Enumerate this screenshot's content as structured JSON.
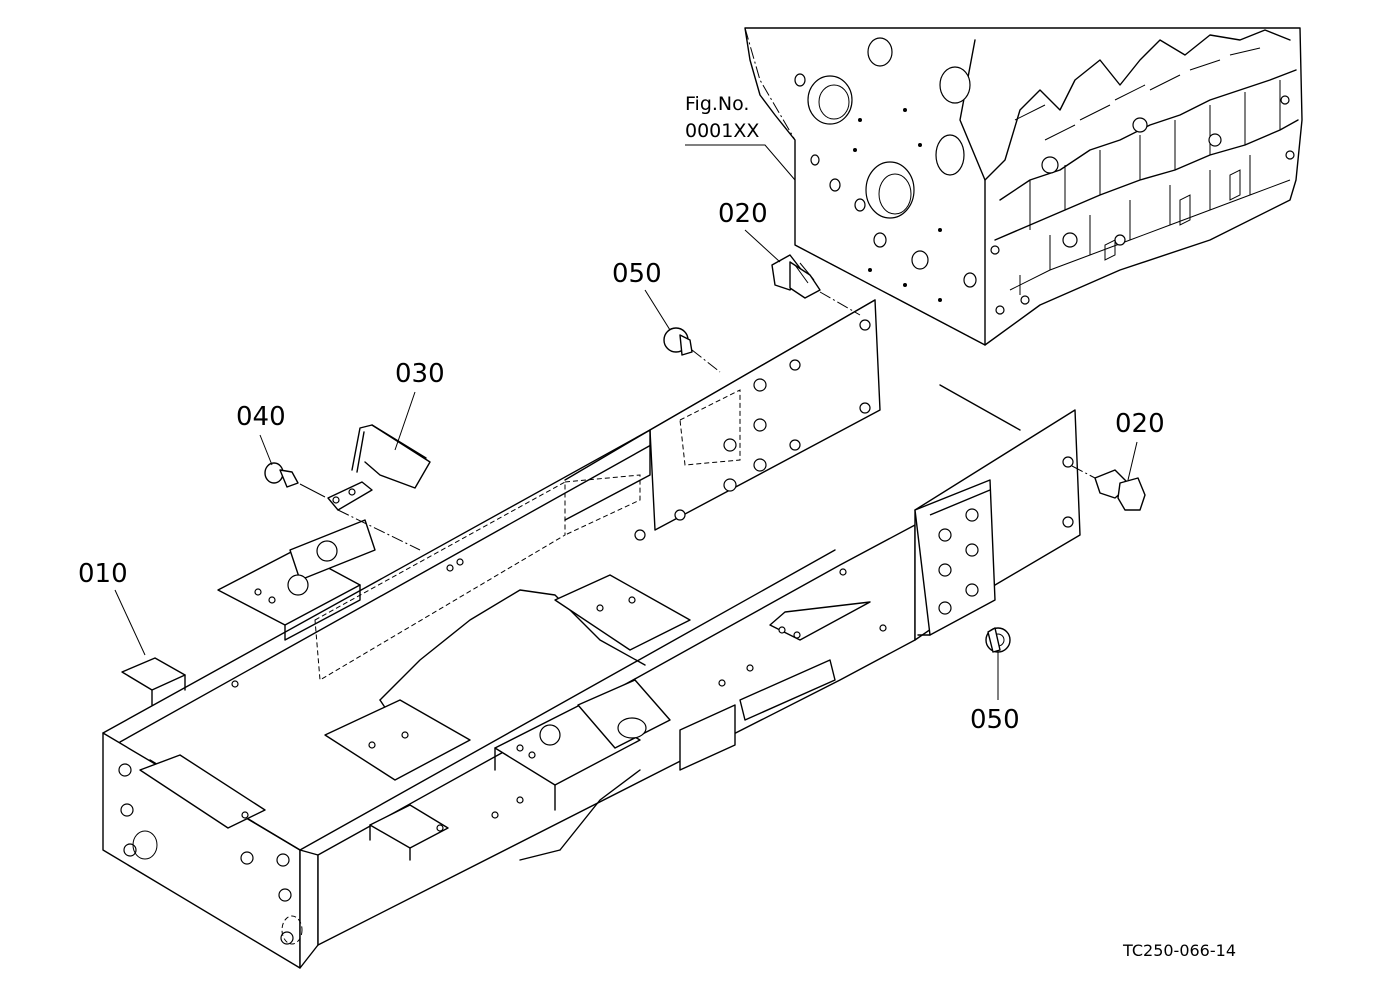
{
  "figure_ref": {
    "line1": "Fig.No.",
    "line2": "0001XX"
  },
  "drawing_code": "TC250-066-14",
  "callouts": [
    {
      "id": "010",
      "label": "010"
    },
    {
      "id": "020a",
      "label": "020"
    },
    {
      "id": "020b",
      "label": "020"
    },
    {
      "id": "030",
      "label": "030"
    },
    {
      "id": "040",
      "label": "040"
    },
    {
      "id": "050a",
      "label": "050"
    },
    {
      "id": "050b",
      "label": "050"
    }
  ]
}
